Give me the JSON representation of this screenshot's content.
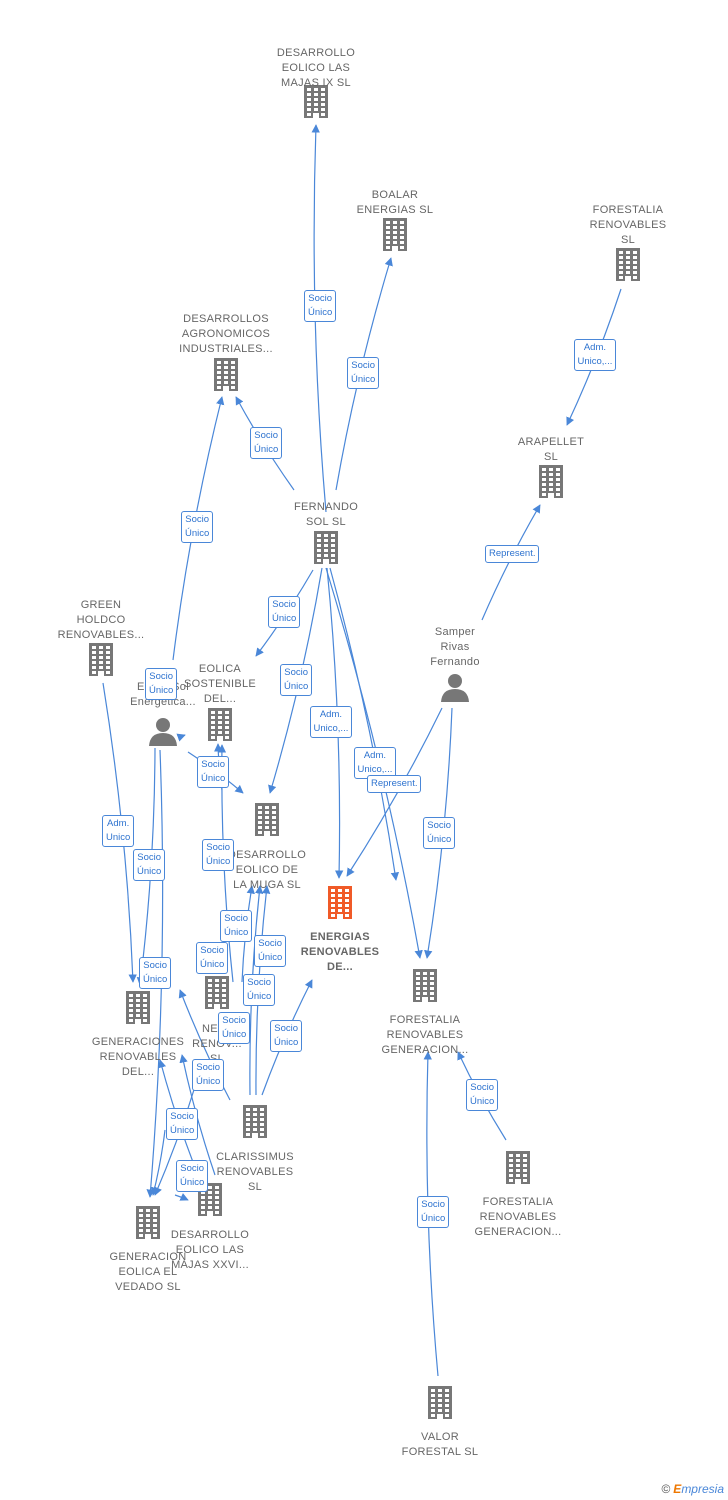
{
  "colors": {
    "edge": "#4a87d8",
    "node": "#777777",
    "main_node": "#f05a28",
    "text": "#666666"
  },
  "nodes": [
    {
      "id": "majas9",
      "label": [
        "DESARROLLO",
        "EOLICO LAS",
        "MAJAS IX  SL"
      ],
      "type": "company",
      "icon": "building-icon"
    },
    {
      "id": "boalar",
      "label": [
        "BOALAR",
        "ENERGIAS  SL"
      ],
      "type": "company",
      "icon": "building-icon"
    },
    {
      "id": "forestalia",
      "label": [
        "FORESTALIA",
        "RENOVABLES",
        "SL"
      ],
      "type": "company",
      "icon": "building-icon"
    },
    {
      "id": "agronomicos",
      "label": [
        "DESARROLLOS",
        "AGRONOMICOS",
        "INDUSTRIALES..."
      ],
      "type": "company",
      "icon": "building-icon"
    },
    {
      "id": "arapellet",
      "label": [
        "ARAPELLET",
        "SL"
      ],
      "type": "company",
      "icon": "building-icon"
    },
    {
      "id": "fernando",
      "label": [
        "FERNANDO",
        "SOL SL"
      ],
      "type": "company",
      "icon": "building-icon"
    },
    {
      "id": "green",
      "label": [
        "GREEN",
        "HOLDCO",
        "RENOVABLES..."
      ],
      "type": "company",
      "icon": "building-icon"
    },
    {
      "id": "samper",
      "label": [
        "Samper",
        "Rivas",
        "Fernando"
      ],
      "type": "person",
      "icon": "person-icon"
    },
    {
      "id": "eolica_sost",
      "label": [
        "EOLICA",
        "SOSTENIBLE",
        "DEL..."
      ],
      "type": "company",
      "icon": "building-icon"
    },
    {
      "id": "emp_person",
      "label": [
        "Emilio Sol",
        "Energetica..."
      ],
      "type": "person",
      "icon": "person-icon"
    },
    {
      "id": "muga",
      "label": [
        "DESARROLLO",
        "EOLICO DE",
        "LA MUGA SL"
      ],
      "type": "company",
      "icon": "building-icon"
    },
    {
      "id": "energias",
      "label": [
        "ENERGIAS",
        "RENOVABLES",
        "DE..."
      ],
      "type": "main",
      "icon": "building-icon"
    },
    {
      "id": "forestalia_gen",
      "label": [
        "FORESTALIA",
        "RENOVABLES",
        "GENERACION..."
      ],
      "type": "company",
      "icon": "building-icon"
    },
    {
      "id": "generaciones",
      "label": [
        "GENERACIONES",
        "RENOVABLES",
        "DEL..."
      ],
      "type": "company",
      "icon": "building-icon"
    },
    {
      "id": "neal",
      "label": [
        "NEAL",
        "RENOV...",
        "SL"
      ],
      "type": "company",
      "icon": "building-icon"
    },
    {
      "id": "forestalia_gen2",
      "label": [
        "FORESTALIA",
        "RENOVABLES",
        "GENERACION..."
      ],
      "type": "company",
      "icon": "building-icon"
    },
    {
      "id": "clarissimus",
      "label": [
        "CLARISSIMUS",
        "RENOVABLES",
        "SL"
      ],
      "type": "company",
      "icon": "building-icon"
    },
    {
      "id": "majas26",
      "label": [
        "DESARROLLO",
        "EOLICO LAS",
        "MAJAS XXVI..."
      ],
      "type": "company",
      "icon": "building-icon"
    },
    {
      "id": "vedado",
      "label": [
        "GENERACION",
        "EOLICA EL",
        "VEDADO SL"
      ],
      "type": "company",
      "icon": "building-icon"
    },
    {
      "id": "valor",
      "label": [
        "VALOR",
        "FORESTAL SL"
      ],
      "type": "company",
      "icon": "building-icon"
    }
  ],
  "edge_tags": [
    [
      "Socio",
      "Único"
    ],
    [
      "Socio",
      "Único"
    ],
    [
      "Adm.",
      "Unico,..."
    ],
    [
      "Socio",
      "Único"
    ],
    [
      "Socio",
      "Único"
    ],
    [
      "Represent."
    ],
    [
      "Socio",
      "Único"
    ],
    [
      "Socio",
      "Único"
    ],
    [
      "Socio",
      "Único"
    ],
    [
      "Adm.",
      "Unico,..."
    ],
    [
      "Adm.",
      "Unico,..."
    ],
    [
      "Represent."
    ],
    [
      "Socio",
      "Único"
    ],
    [
      "Adm.",
      "Unico"
    ],
    [
      "Socio",
      "Único"
    ],
    [
      "Socio",
      "Único"
    ],
    [
      "Socio",
      "Único"
    ],
    [
      "Socio",
      "Único"
    ],
    [
      "Socio",
      "Único"
    ],
    [
      "Socio",
      "Único"
    ],
    [
      "Socio",
      "Único"
    ],
    [
      "Socio",
      "Único"
    ],
    [
      "Socio",
      "Único"
    ],
    [
      "Socio",
      "Único"
    ],
    [
      "Socio",
      "Único"
    ],
    [
      "Socio",
      "Único"
    ],
    [
      "Socio",
      "Único"
    ],
    [
      "Socio",
      "Único"
    ],
    [
      "Socio",
      "Único"
    ]
  ],
  "footer": {
    "copyright": "©",
    "brand_initial": "E",
    "brand_rest": "mpresia"
  }
}
